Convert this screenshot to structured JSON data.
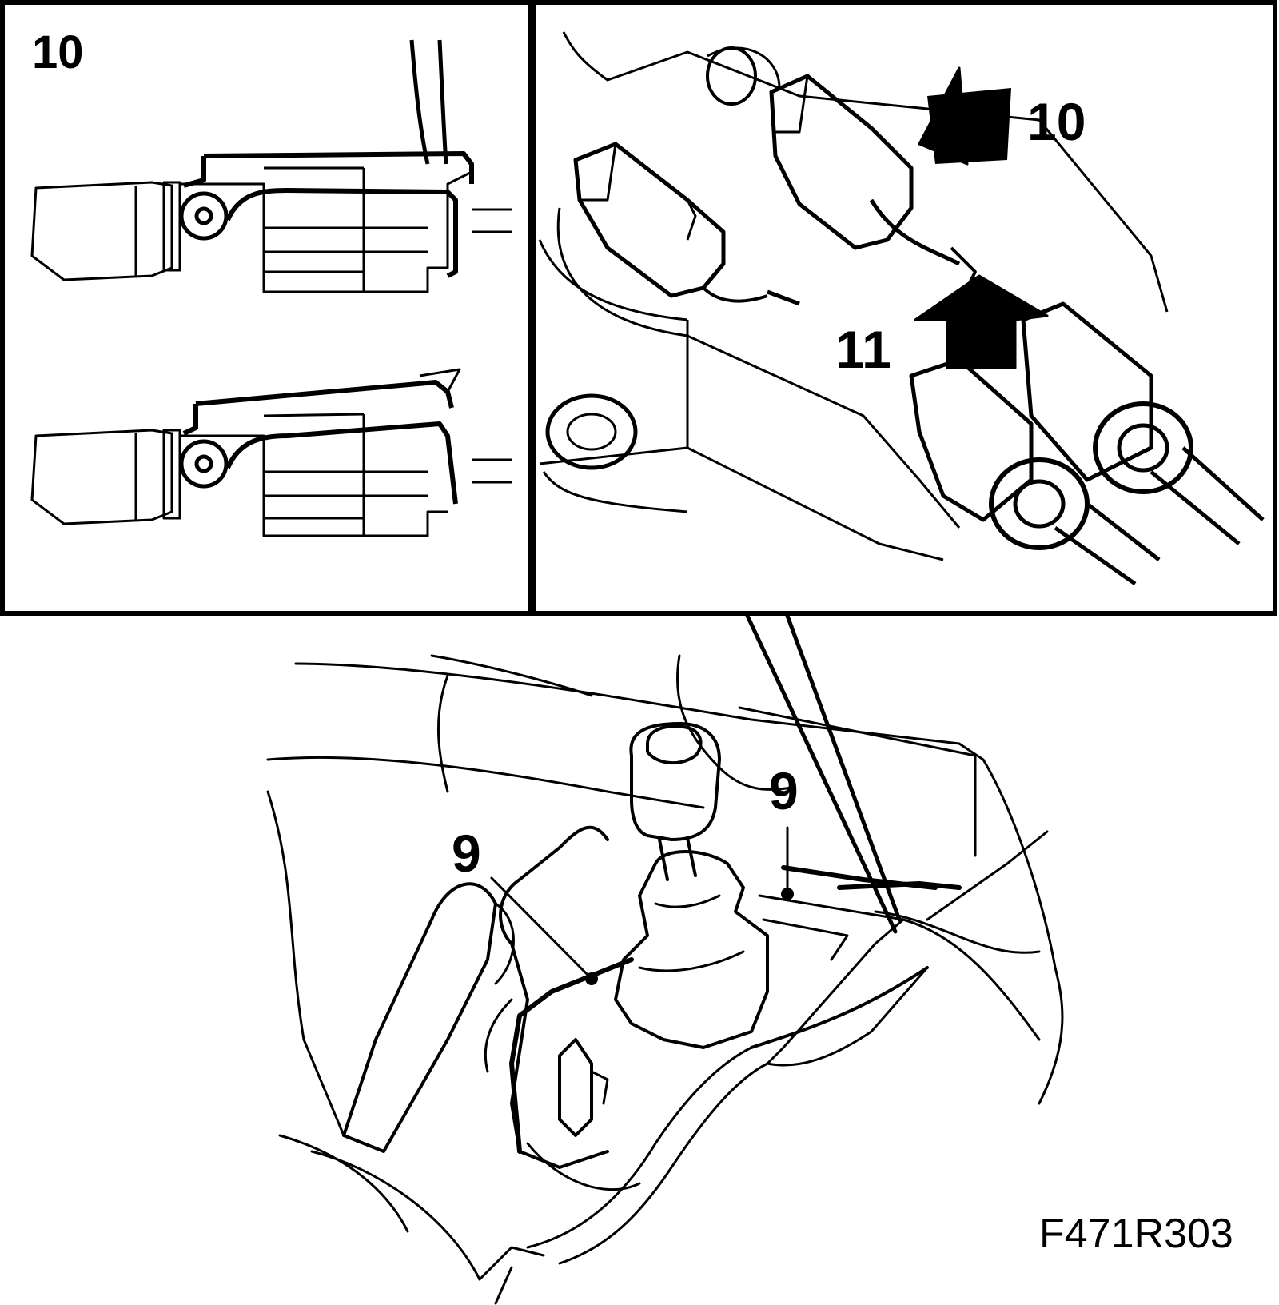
{
  "panels": {
    "left_inset": {
      "callout": "10"
    },
    "right_inset": {
      "arrow_a": "10",
      "arrow_b": "11"
    },
    "main_view": {
      "callout_a": "9",
      "callout_b": "9"
    }
  },
  "figure_code": "F471R303",
  "colors": {
    "ink": "#000000",
    "paper": "#ffffff"
  }
}
